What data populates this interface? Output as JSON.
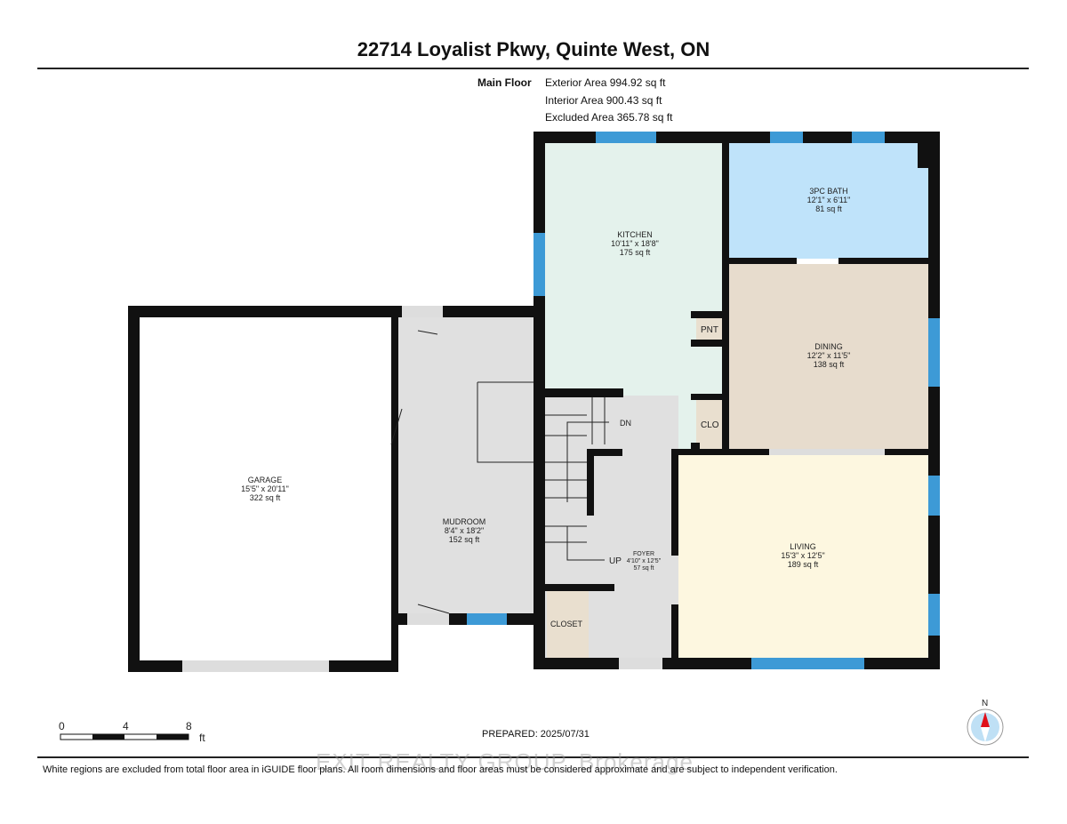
{
  "title": "22714 Loyalist Pkwy, Quinte West, ON",
  "floor": {
    "name": "Main Floor",
    "exterior_area": "Exterior Area 994.92 sq ft",
    "interior_area": "Interior Area 900.43 sq ft",
    "excluded_area": "Excluded Area 365.78 sq ft"
  },
  "rooms": {
    "garage": {
      "name": "GARAGE",
      "dims": "15'5\" x 20'11\"",
      "area": "322 sq ft"
    },
    "mudroom": {
      "name": "MUDROOM",
      "dims": "8'4\" x 18'2\"",
      "area": "152 sq ft"
    },
    "kitchen": {
      "name": "KITCHEN",
      "dims": "10'11\" x 18'8\"",
      "area": "175 sq ft"
    },
    "bath": {
      "name": "3PC BATH",
      "dims": "12'1\" x 6'11\"",
      "area": "81 sq ft"
    },
    "dining": {
      "name": "DINING",
      "dims": "12'2\" x 11'5\"",
      "area": "138 sq ft"
    },
    "foyer": {
      "name": "FOYER",
      "dims": "4'10\" x 12'5\"",
      "area": "57 sq ft"
    },
    "living": {
      "name": "LIVING",
      "dims": "15'3\" x 12'5\"",
      "area": "189 sq ft"
    }
  },
  "labels": {
    "pantry": "PNT",
    "closet_small": "CLO",
    "closet": "CLOSET",
    "stairs_down": "DN",
    "stairs_up": "UP"
  },
  "scale": {
    "ticks": [
      "0",
      "4",
      "8"
    ],
    "unit": "ft"
  },
  "compass": {
    "north": "N"
  },
  "prepared": "PREPARED: 2025/07/31",
  "watermark": "EXIT REALTY GROUP, Brokerage",
  "disclaimer": "White regions are excluded from total floor area in iGUIDE floor plans. All room dimensions and floor areas must be considered approximate and are subject to independent verification.",
  "colors": {
    "wall": "#111111",
    "window": "#3d9ad6",
    "kitchen": "#e4f2ec",
    "bath": "#bfe3fa",
    "dining": "#e7dccd",
    "living": "#fdf7e0",
    "circulation": "#e0e0e0",
    "closet": "#e9dfcf"
  }
}
